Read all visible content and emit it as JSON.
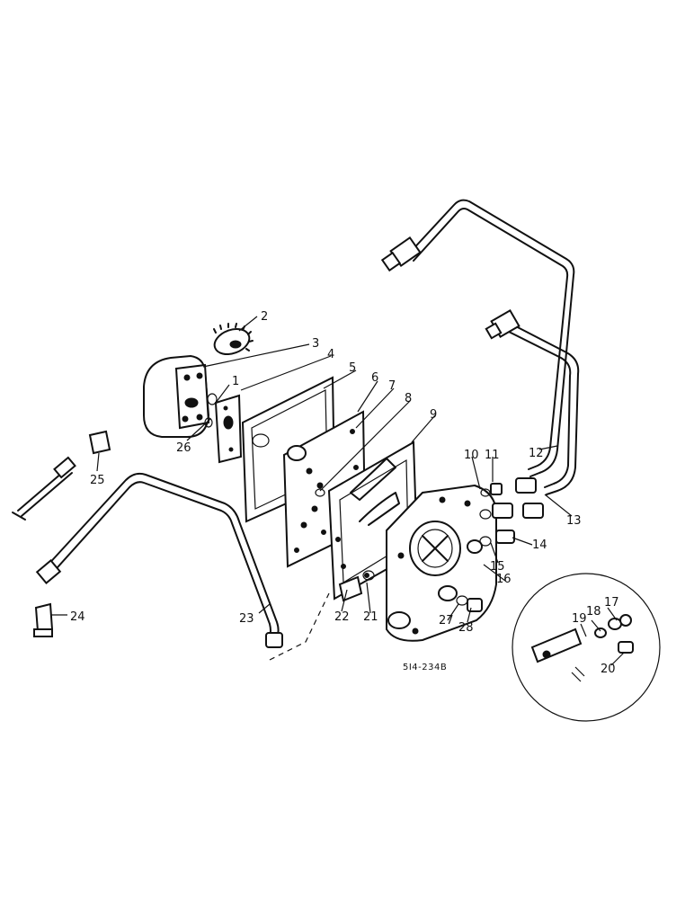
{
  "diagram": {
    "reference_code": "5I4-234B",
    "callouts": [
      {
        "id": "c1",
        "text": "1"
      },
      {
        "id": "c2",
        "text": "2"
      },
      {
        "id": "c3",
        "text": "3"
      },
      {
        "id": "c4",
        "text": "4"
      },
      {
        "id": "c5",
        "text": "5"
      },
      {
        "id": "c6",
        "text": "6"
      },
      {
        "id": "c7",
        "text": "7"
      },
      {
        "id": "c8",
        "text": "8"
      },
      {
        "id": "c9",
        "text": "9"
      },
      {
        "id": "c10",
        "text": "10"
      },
      {
        "id": "c11",
        "text": "11"
      },
      {
        "id": "c12",
        "text": "12"
      },
      {
        "id": "c13",
        "text": "13"
      },
      {
        "id": "c14",
        "text": "14"
      },
      {
        "id": "c15",
        "text": "15"
      },
      {
        "id": "c16",
        "text": "16"
      },
      {
        "id": "c17",
        "text": "17"
      },
      {
        "id": "c18",
        "text": "18"
      },
      {
        "id": "c19",
        "text": "19"
      },
      {
        "id": "c20",
        "text": "20"
      },
      {
        "id": "c21",
        "text": "21"
      },
      {
        "id": "c22",
        "text": "22"
      },
      {
        "id": "c23",
        "text": "23"
      },
      {
        "id": "c24",
        "text": "24"
      },
      {
        "id": "c25",
        "text": "25"
      },
      {
        "id": "c26",
        "text": "26"
      },
      {
        "id": "c27",
        "text": "27"
      },
      {
        "id": "c28",
        "text": "28"
      }
    ]
  }
}
